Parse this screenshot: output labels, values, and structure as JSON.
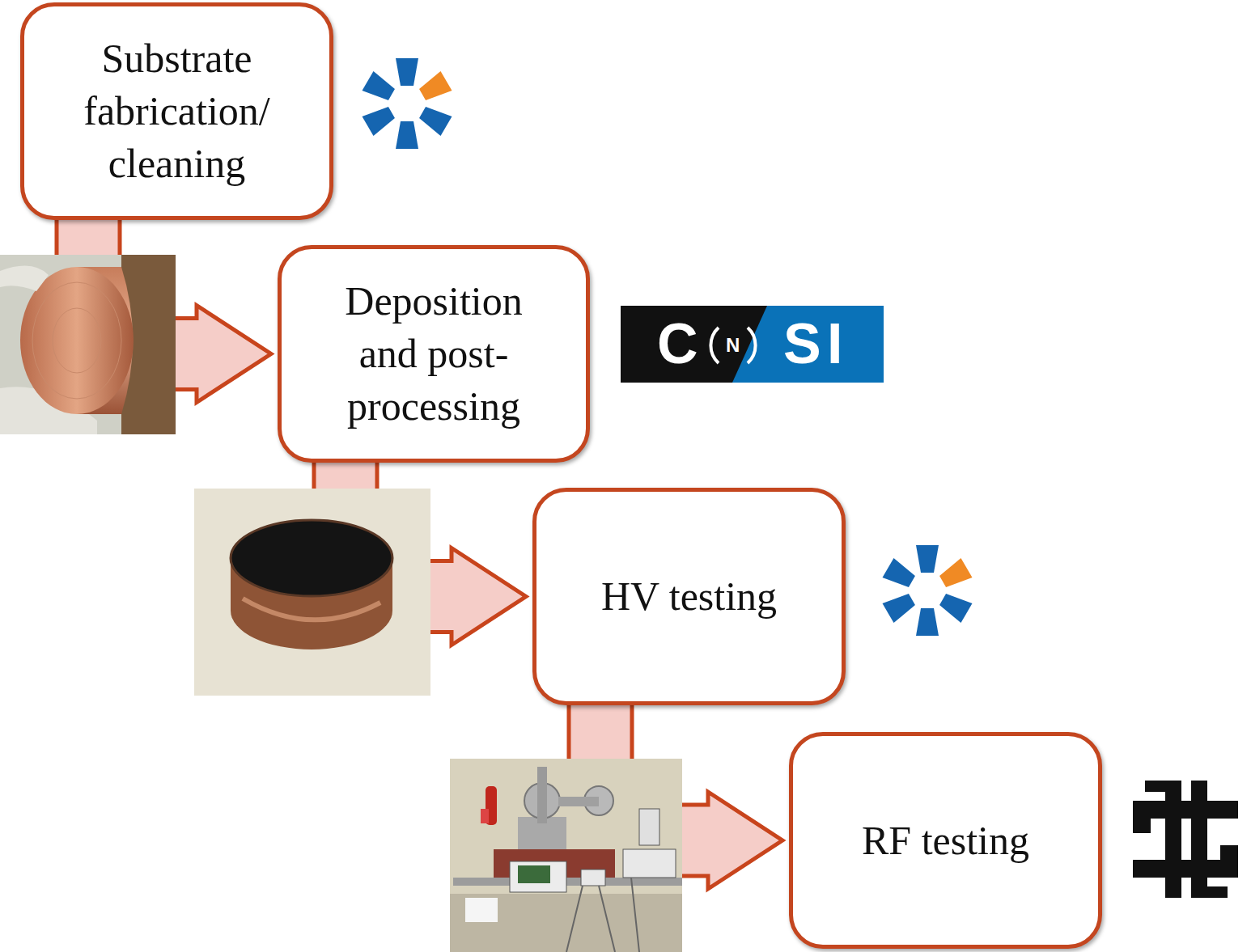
{
  "diagram": {
    "nodes": [
      {
        "text": [
          "Substrate fabrication/ cleaning"
        ]
      },
      {
        "text": [
          "Deposition and post- processing"
        ]
      },
      {
        "text": [
          "HV testing"
        ]
      },
      {
        "text": [
          "RF testing"
        ]
      }
    ],
    "edges": [
      {
        "from": 0,
        "to": 1,
        "arrow": "to"
      },
      {
        "from": 1,
        "to": 2,
        "arrow": "to"
      },
      {
        "from": 2,
        "to": 3,
        "arrow": "to"
      }
    ],
    "labels": [
      "C",
      "N",
      "S",
      "I"
    ]
  }
}
